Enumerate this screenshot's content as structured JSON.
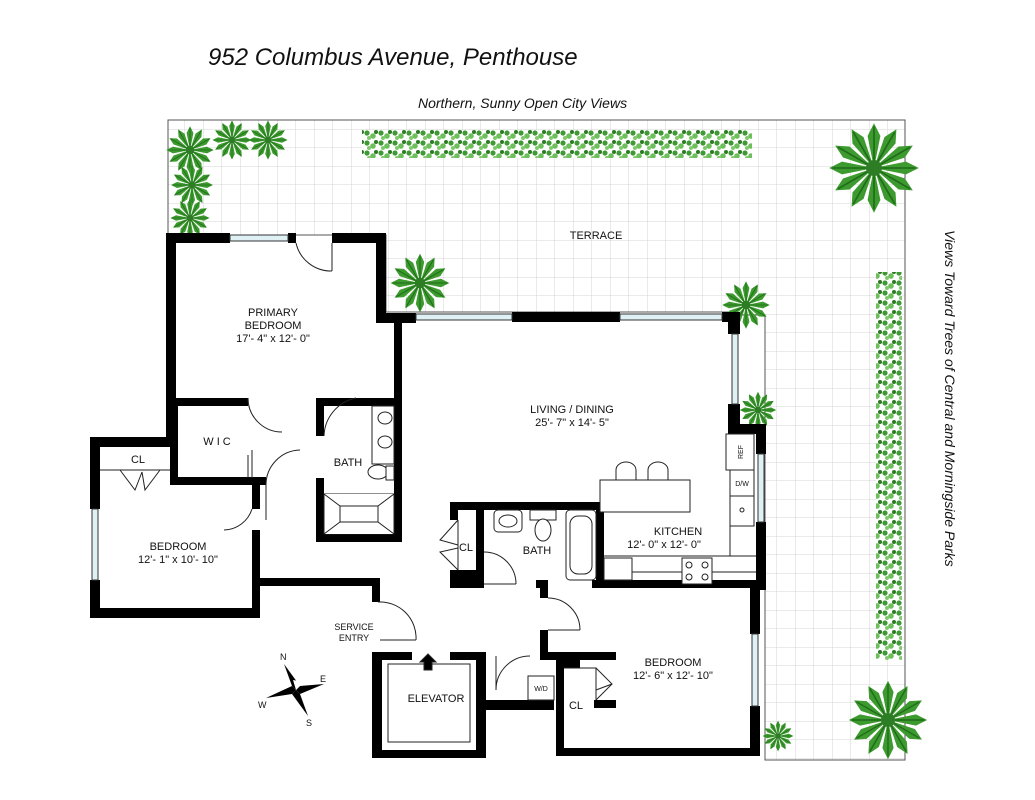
{
  "title": "952 Columbus Avenue, Penthouse",
  "view_north": "Northern, Sunny Open City Views",
  "view_east": "Views Toward Trees of Central and Morningside Parks",
  "rooms": {
    "terrace": "TERRACE",
    "primary_bedroom_1": "PRIMARY",
    "primary_bedroom_2": "BEDROOM",
    "primary_bedroom_dim": "17'- 4\" x 12'- 0\"",
    "wic": "W I C",
    "bath_primary": "BATH",
    "cl_west": "CL",
    "bedroom_west": "BEDROOM",
    "bedroom_west_dim": "12'- 1\" x 10'- 10\"",
    "living_dining": "LIVING / DINING",
    "living_dining_dim": "25'- 7\" x 14'- 5\"",
    "ref": "REF",
    "dw": "D/W",
    "kitchen": "KITCHEN",
    "kitchen_dim": "12'- 0\" x 12'- 0\"",
    "cl_hall": "CL",
    "bath_hall": "BATH",
    "service_entry_1": "SERVICE",
    "service_entry_2": "ENTRY",
    "elevator": "ELEVATOR",
    "wd": "W/D",
    "bedroom_east": "BEDROOM",
    "bedroom_east_dim": "12'- 6\" x 12'- 10\"",
    "cl_east": "CL"
  },
  "compass": {
    "n": "N",
    "e": "E",
    "s": "S",
    "w": "W"
  }
}
